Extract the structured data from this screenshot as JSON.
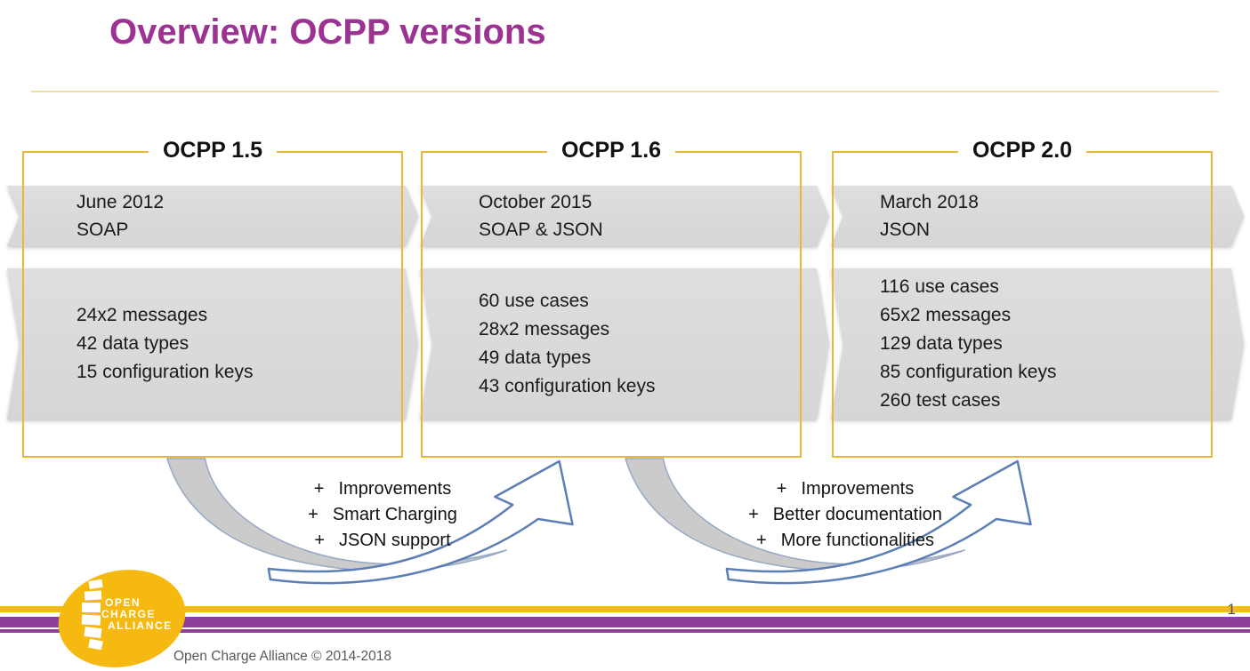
{
  "slide": {
    "title": "Overview: OCPP versions",
    "page_number": "1",
    "footer_copyright": "Open Charge Alliance © 2014-2018",
    "plus_sign": "+"
  },
  "logo": {
    "line1": "OPEN",
    "line2": "CHARGE",
    "line3": "ALLIANCE"
  },
  "columns": [
    {
      "title": "OCPP 1.5",
      "release": [
        "June 2012",
        "SOAP"
      ],
      "details": [
        "24x2 messages",
        "42 data types",
        "15 configuration keys"
      ]
    },
    {
      "title": "OCPP 1.6",
      "release": [
        "October 2015",
        "SOAP & JSON"
      ],
      "details": [
        "60 use cases",
        "28x2 messages",
        "49 data types",
        "43 configuration keys"
      ]
    },
    {
      "title": "OCPP 2.0",
      "release": [
        "March 2018",
        "JSON"
      ],
      "details": [
        "116 use cases",
        "65x2 messages",
        "129 data types",
        "85 configuration keys",
        "260 test cases"
      ]
    }
  ],
  "transitions": [
    {
      "items": [
        "Improvements",
        "Smart Charging",
        "JSON support"
      ]
    },
    {
      "items": [
        "Improvements",
        "Better documentation",
        "More functionalities"
      ]
    }
  ],
  "colors": {
    "title_purple": "#9C3292",
    "frame_gold": "#E9B933",
    "divider_gold": "#EDDFA3",
    "banner_gray": "#DBDBDB",
    "stripe_yellow": "#F4BB15",
    "stripe_purple": "#8E3F98",
    "arrow_outline_blue": "#5B7FB5",
    "arrow_tail_gray": "#CBCBCB",
    "logo_yellow": "#F5B90F",
    "text_black": "#1A1A1A",
    "footer_text_gray": "#595959"
  }
}
